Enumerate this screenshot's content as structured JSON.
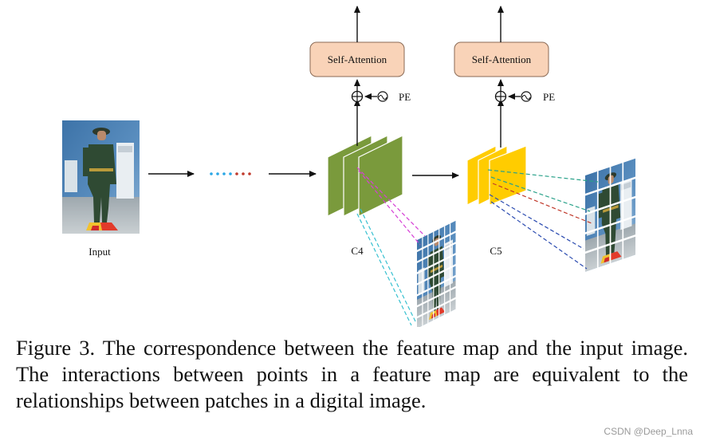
{
  "figure": {
    "input_label": "Input",
    "c4_label": "C4",
    "c5_label": "C5",
    "attention_label": "Self-Attention",
    "pe_label": "PE",
    "dot_colors": [
      "#2aa7e6",
      "#2aa7e6",
      "#2aa7e6",
      "#2aa7e6",
      "#c0392b",
      "#c0392b",
      "#c0392b"
    ],
    "colors": {
      "attention_fill": "#f9d3b8",
      "attention_stroke": "#8a6a55",
      "c4_fill": "#7a9a3c",
      "c5_fill": "#ffcc00",
      "link_magenta": "#d63fd6",
      "link_cyan": "#36c0d0",
      "link_teal": "#2aa28a",
      "link_red": "#c0392b",
      "link_blue": "#2b4bb0"
    }
  },
  "caption": {
    "text": "Figure 3. The correspondence between the feature map and the input image. The interactions between points in a feature map are equivalent to the relationships between patches in a digital image."
  },
  "watermark": "CSDN @Deep_Lnna"
}
